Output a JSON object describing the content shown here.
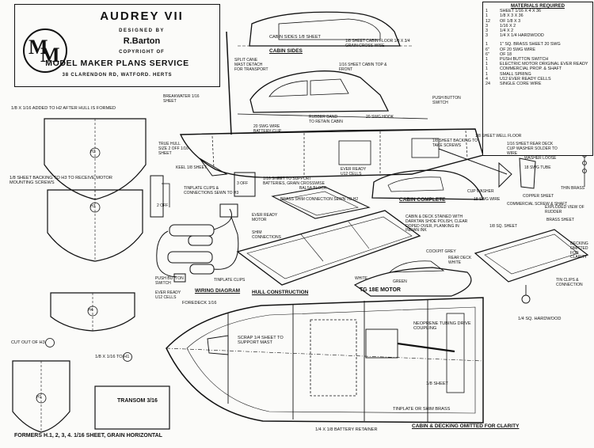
{
  "title_block": {
    "model_name": "AUDREY VII",
    "designed_by_label": "DESIGNED BY",
    "designer": "R.Barton",
    "copyright_label": "COPYRIGHT OF",
    "company": "MODEL MAKER PLANS SERVICE",
    "address": "38 CLARENDON RD, WATFORD. HERTS",
    "logo_letters": [
      "M",
      "M"
    ]
  },
  "materials": {
    "heading": "MATERIALS REQUIRED",
    "items": [
      {
        "qty": "1",
        "desc": "SHEET 1/16 X 4 X 36"
      },
      {
        "qty": "1",
        "desc": "1/8 X 3 X 36"
      },
      {
        "qty": "12",
        "desc": "OF 1/8 X 3"
      },
      {
        "qty": "3",
        "desc": "1/16 X 2"
      },
      {
        "qty": "3",
        "desc": "1/4 X 2"
      },
      {
        "qty": "3",
        "desc": "1/4 X 1/4 HARDWOOD"
      }
    ],
    "items2": [
      {
        "qty": "1",
        "desc": "1\" SQ. BRASS SHEET 20 SWG"
      },
      {
        "qty": "6\"",
        "desc": "OF 20 SWG WIRE"
      },
      {
        "qty": "6\"",
        "desc": "OF 18"
      },
      {
        "qty": "1",
        "desc": "PUSH BUTTON SWITCH"
      },
      {
        "qty": "1",
        "desc": "ELECTRIC MOTOR ORIGINAL EVER READY"
      },
      {
        "qty": "1",
        "desc": "COMMERCIAL PROP. & SHAFT"
      },
      {
        "qty": "1",
        "desc": "SMALL SPRING"
      },
      {
        "qty": "4",
        "desc": "U12 EVER READY CELLS"
      },
      {
        "qty": "24",
        "desc": "SINGLE CORE WIRE"
      }
    ]
  },
  "labels": {
    "cabin_sides_sheet": "CABIN SIDES 1/8 SHEET",
    "cabin_floor": "1/8 SHEET CABIN FLOOR 1/8 X 3/4 GRAIN CROSS-WISE",
    "cabin_sides_heading": "CABIN SIDES",
    "cabin_top": "1/16 SHEET CABIN TOP & FRONT",
    "split_cane_mast": "SPLIT CANE MAST DETACH FOR TRANSPORT",
    "added_h2": "1/8 X 1/16 ADDED TO H2 AFTER HULL IS FORMED",
    "breakwater": "BREAKWATER 1/16 SHEET",
    "push_button_switch": "PUSH BUTTON SWITCH",
    "sheet_well_floor": "1/8 SHEET WELL FLOOR",
    "true_hull_size": "TRUE HULL SIZE 2 OFF 1/16 SHEET",
    "wire_battery_clip": "20 SWG WIRE BATTERY CLIP",
    "rubber_band": "RUBBER BAND TO RETAIN CABIN",
    "swg_hook": "20 SWG HOOK",
    "sheet_backing_screws": "1/8 SHEET BACKING TO TAKE SCREWS",
    "rear_deck": "1/16 SHEET REAR DECK CUP WASHER SOLDER TO WIRE",
    "washer_loose": "WASHER LOOSE",
    "swg_tube": "18 SWG TUBE",
    "keel": "KEEL 1/8 SHEET",
    "balsa_block": "BALSA BLOCK",
    "ever_ready_cells": "EVER READY U12 CELLS",
    "cup_washer": "CUP WASHER",
    "swg_wire_18": "18 SWG WIRE",
    "copper_sheet": "COPPER SHEET",
    "thin_brass": "THIN BRASS",
    "prop_shaft": "COMMERCIAL SCREW & SHAFT",
    "sheet_backing_h3": "1/8 SHEET BACKING TO H3 TO RECEIVE MOTOR MOUNTING SCREWS",
    "tinplate_clips_h3": "TINPLATE CLIPS & CONNECTIONS SEWN TO H3",
    "sheet_support_batteries": "1/16 SHEET TO SUPPORT BATTERIES, GRAIN CROSSWISE",
    "brass_shim_connection": "BRASS SHIM CONNECTION SEWN TO H2",
    "cabin_complete": "CABIN COMPLETE",
    "exploded_view": "EXPLODED VIEW OF RUDDER",
    "three_off": "3 OFF",
    "two_off": "2 OFF",
    "ever_ready_motor": "EVER READY MOTOR",
    "shim_connections": "SHIM CONNECTIONS",
    "cabin_deck_stained": "CABIN & DECK STAINED WITH DARKTAN SHOE POLISH, CLEAR DOPED OVER, PLANKING IN INDIAN INK",
    "cockpit_grey": "COCKPIT GREY",
    "rear_deck_white": "REAR DECK WHITE",
    "brass_sheet_rudder": "BRASS SHEET",
    "sq_sheet": "1/8 SQ. SHEET",
    "decking_omitted": "DECKING OMITTED FOR CLARITY",
    "tin_clips": "TIN CLIPS & CONNECTION",
    "push_button_switch_2": "PUSH BUTTON SWITCH",
    "tinplate_clips": "TINPLATE CLIPS",
    "ever_ready_u12": "EVER READY U12 CELLS",
    "wiring_diagram": "WIRING DIAGRAM",
    "hull_construction": "HULL CONSTRUCTION",
    "tg_motor": "TG 18E MOTOR",
    "white": "WHITE",
    "green": "GREEN",
    "foredeck": "FOREDECK 1/16",
    "scrap_sheet": "SCRAP 1/4 SHEET TO SUPPORT MAST",
    "neoprene": "NEOPRENE TUBING DRIVE COUPLING",
    "sq_hardwood": "1/4 SQ. HARDWOOD",
    "cut_out_h3": "CUT OUT OF H3",
    "h1_strip": "1/8 X 1/16 TO H1",
    "sheet_label": "1/8 SHEET",
    "transom": "TRANSOM 3/16",
    "battery_retainer": "1/4 X 1/8 BATTERY RETAINER",
    "tinplate_shim": "TINPLATE OR SHIM BRASS",
    "cabin_decking_omitted": "CABIN & DECKING OMITTED FOR CLARITY",
    "formers": "FORMERS H.1, 2, 3, 4. 1/16 SHEET, GRAIN HORIZONTAL",
    "h1": "H1",
    "h2": "H2",
    "h3": "H3",
    "h4": "H4"
  },
  "colors": {
    "ink": "#111111",
    "paper": "#fbfbf9"
  }
}
